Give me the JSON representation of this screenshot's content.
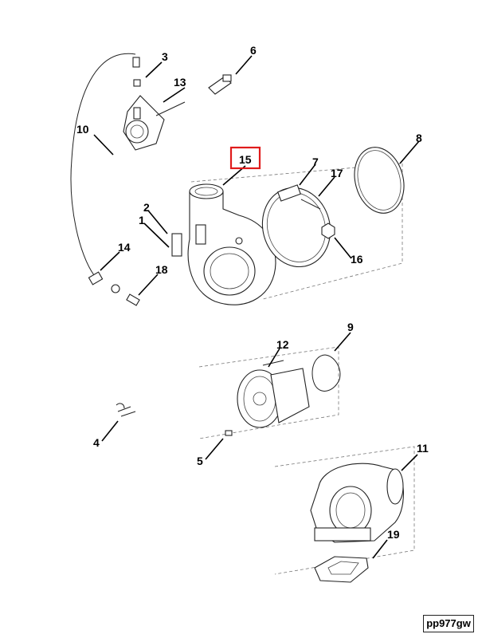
{
  "figure": {
    "highlighted_callout": "15",
    "highlight_color": "#e01b1b",
    "line_color": "#222222",
    "background": "#ffffff",
    "doc_ref": "pp977gw"
  },
  "callouts": {
    "c1": "1",
    "c2": "2",
    "c3": "3",
    "c4": "4",
    "c5": "5",
    "c6": "6",
    "c7": "7",
    "c8": "8",
    "c9": "9",
    "c10": "10",
    "c11": "11",
    "c12": "12",
    "c13": "13",
    "c14": "14",
    "c15": "15",
    "c16": "16",
    "c17": "17",
    "c18": "18",
    "c19": "19"
  }
}
